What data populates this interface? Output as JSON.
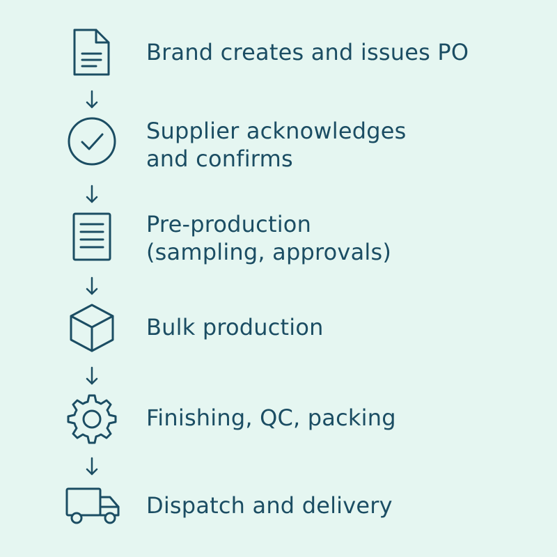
{
  "diagram": {
    "colors": {
      "background": "#e5f6f1",
      "ink": "#1b4d63"
    },
    "steps": [
      {
        "icon": "document-icon",
        "label": "Brand creates and issues PO"
      },
      {
        "icon": "check-circle-icon",
        "label": "Supplier acknowledges\nand confirms"
      },
      {
        "icon": "list-document-icon",
        "label": "Pre-production\n(sampling, approvals)"
      },
      {
        "icon": "box-icon",
        "label": "Bulk production"
      },
      {
        "icon": "gear-icon",
        "label": "Finishing, QC, packing"
      },
      {
        "icon": "truck-icon",
        "label": "Dispatch and delivery"
      }
    ],
    "connector": "down-arrow-icon"
  }
}
